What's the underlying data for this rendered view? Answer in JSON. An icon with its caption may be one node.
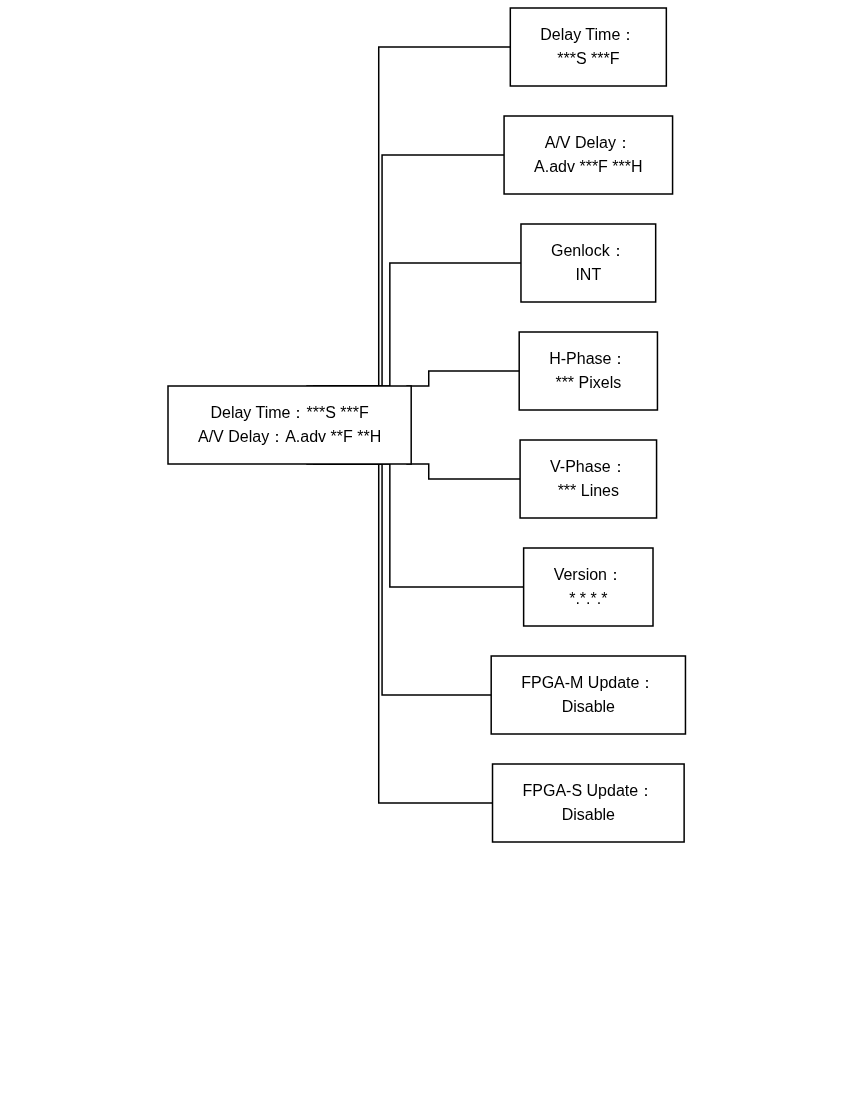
{
  "diagram": {
    "nodes": [
      {
        "text": [
          "Delay Time：***S ***F",
          "A/V Delay：A.adv **F **H"
        ]
      },
      {
        "text": [
          "Delay Time：",
          "***S ***F"
        ]
      },
      {
        "text": [
          "A/V Delay：",
          "A.adv ***F ***H"
        ]
      },
      {
        "text": [
          "Genlock：",
          "INT"
        ]
      },
      {
        "text": [
          "H-Phase：",
          "*** Pixels"
        ]
      },
      {
        "text": [
          "V-Phase：",
          "*** Lines"
        ]
      },
      {
        "text": [
          "Version：",
          "*.*.*.*"
        ]
      },
      {
        "text": [
          "FPGA-M Update：",
          "Disable"
        ]
      },
      {
        "text": [
          "FPGA-S Update：",
          "Disable"
        ]
      }
    ],
    "edges": [
      {
        "from": 0,
        "to": 1,
        "arrow": "none"
      },
      {
        "from": 0,
        "to": 2,
        "arrow": "none"
      },
      {
        "from": 0,
        "to": 3,
        "arrow": "none"
      },
      {
        "from": 0,
        "to": 4,
        "arrow": "none"
      },
      {
        "from": 0,
        "to": 5,
        "arrow": "none"
      },
      {
        "from": 0,
        "to": 6,
        "arrow": "none"
      },
      {
        "from": 0,
        "to": 7,
        "arrow": "none"
      },
      {
        "from": 0,
        "to": 8,
        "arrow": "none"
      }
    ]
  }
}
